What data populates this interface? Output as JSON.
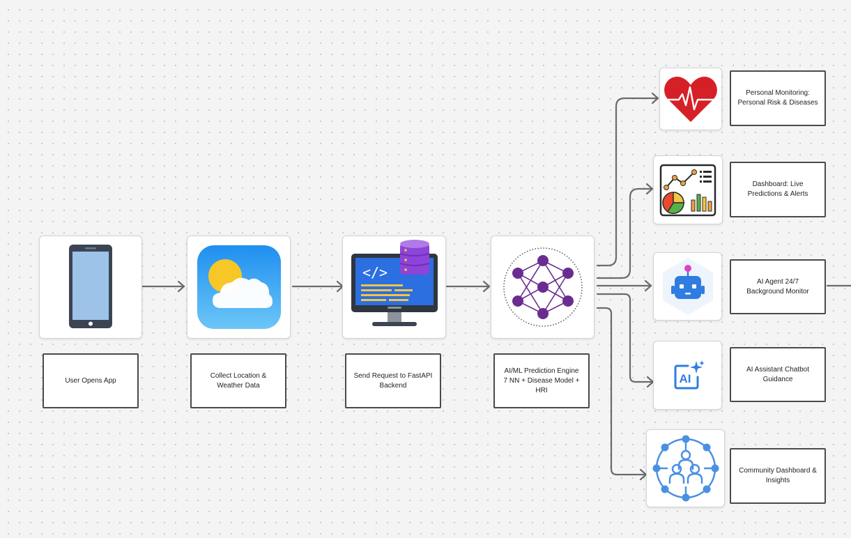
{
  "flow": {
    "steps": [
      {
        "label": "User Opens App",
        "icon": "smartphone-icon"
      },
      {
        "label": "Collect Location &\nWeather Data",
        "icon": "weather-icon"
      },
      {
        "label": "Send Request to FastAPI\nBackend",
        "icon": "computer-database-icon"
      },
      {
        "label": "AI/ML Prediction Engine\n7 NN + Disease Model +\nHRI",
        "icon": "neural-network-icon"
      }
    ],
    "outputs": [
      {
        "label": "Personal Monitoring:\nPersonal Risk & Diseases",
        "icon": "heart-rate-icon"
      },
      {
        "label": "Dashboard: Live\nPredictions & Alerts",
        "icon": "analytics-dashboard-icon"
      },
      {
        "label": "AI Agent 24/7\nBackground Monitor",
        "icon": "robot-icon"
      },
      {
        "label": "AI Assistant Chatbot\nGuidance",
        "icon": "ai-sparkle-icon"
      },
      {
        "label": "Community Dashboard &\nInsights",
        "icon": "community-network-icon"
      }
    ]
  },
  "colors": {
    "connector": "#6b6b6b",
    "label_border": "#4a4a4a",
    "heart": "#d62027",
    "weather_blue": "#3aa0f0",
    "screen_blue": "#2b6fe0",
    "database_purple": "#8e44d9",
    "network_purple": "#6a2c91",
    "robot_blue": "#2f7de1",
    "community_blue": "#4a90e2"
  }
}
